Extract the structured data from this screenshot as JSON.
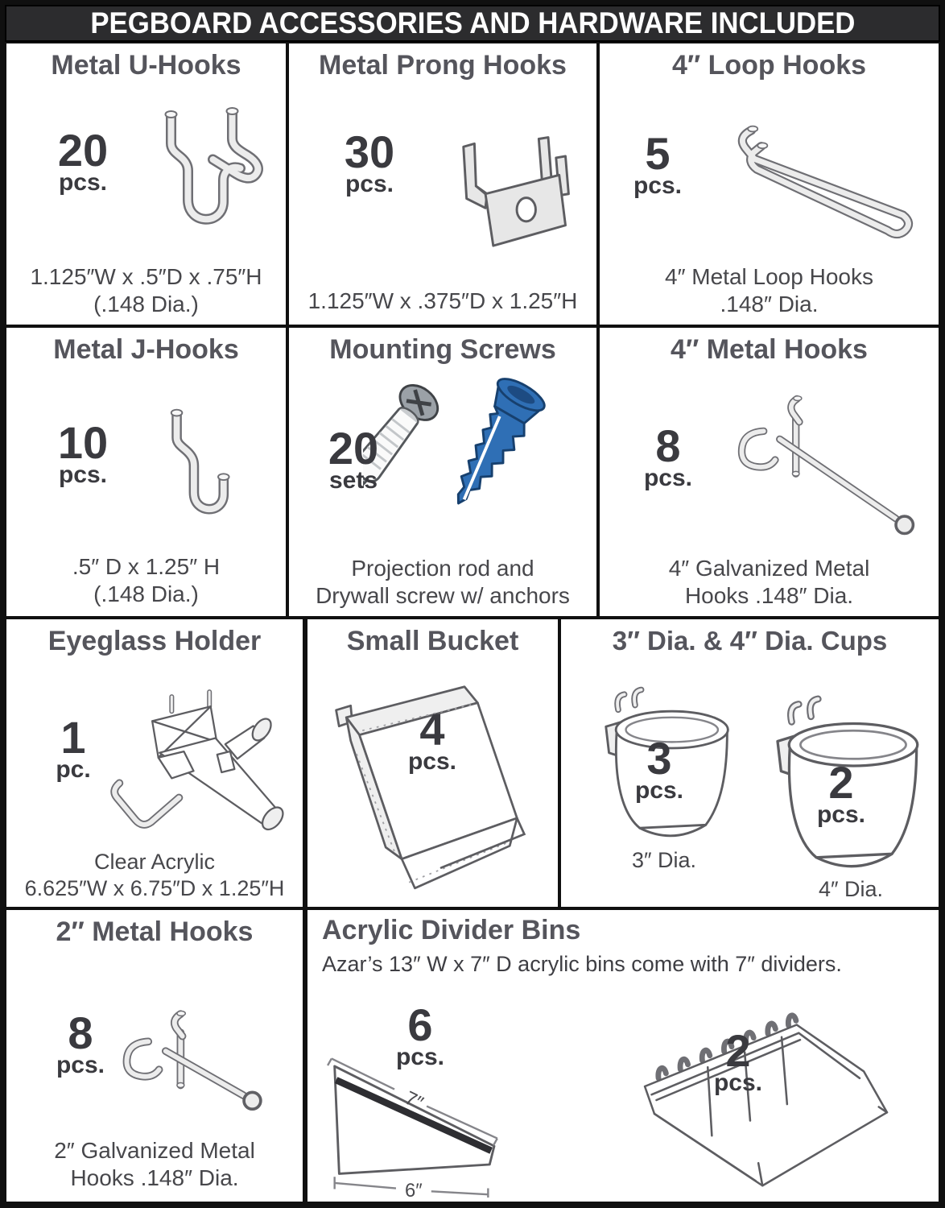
{
  "header": {
    "title": "PEGBOARD ACCESSORIES AND HARDWARE INCLUDED"
  },
  "colors": {
    "header_bg": "#2c2c2e",
    "heading_text": "#55555c",
    "anchor_blue": "#2f6fb5"
  },
  "cells": [
    {
      "id": "metal-u-hooks",
      "title": "Metal U-Hooks",
      "qty": "20",
      "unit": "pcs.",
      "desc_lines": [
        "1.125″W x .5″D x .75″H",
        "(.148 Dia.)"
      ]
    },
    {
      "id": "metal-prong-hooks",
      "title": "Metal Prong Hooks",
      "qty": "30",
      "unit": "pcs.",
      "desc_lines": [
        "1.125″W x .375″D x 1.25″H"
      ]
    },
    {
      "id": "loop-hooks-4in",
      "title": "4″ Loop Hooks",
      "qty": "5",
      "unit": "pcs.",
      "desc_lines": [
        "4″ Metal Loop Hooks",
        ".148″ Dia."
      ]
    },
    {
      "id": "metal-j-hooks",
      "title": "Metal J-Hooks",
      "qty": "10",
      "unit": "pcs.",
      "desc_lines": [
        ".5″ D x 1.25″ H",
        "(.148 Dia.)"
      ]
    },
    {
      "id": "mounting-screws",
      "title": "Mounting Screws",
      "qty": "20",
      "unit": "sets",
      "desc_lines": [
        "Projection rod and",
        "Drywall screw w/ anchors"
      ]
    },
    {
      "id": "metal-hooks-4in",
      "title": "4″ Metal Hooks",
      "qty": "8",
      "unit": "pcs.",
      "desc_lines": [
        "4″ Galvanized Metal",
        "Hooks .148″ Dia."
      ]
    },
    {
      "id": "eyeglass-holder",
      "title": "Eyeglass Holder",
      "qty": "1",
      "unit": "pc.",
      "desc_lines": [
        "Clear Acrylic",
        "6.625″W x 6.75″D x 1.25″H"
      ]
    },
    {
      "id": "small-bucket",
      "title": "Small Bucket",
      "qty": "4",
      "unit": "pcs."
    },
    {
      "id": "cups",
      "title": "3″ Dia. & 4″ Dia. Cups",
      "items": [
        {
          "qty": "3",
          "unit": "pcs.",
          "label": "3″ Dia."
        },
        {
          "qty": "2",
          "unit": "pcs.",
          "label": "4″ Dia."
        }
      ]
    },
    {
      "id": "metal-hooks-2in",
      "title": "2″ Metal Hooks",
      "qty": "8",
      "unit": "pcs.",
      "desc_lines": [
        "2″ Galvanized Metal",
        "Hooks .148″ Dia."
      ]
    },
    {
      "id": "acrylic-divider-bins",
      "title": "Acrylic Divider Bins",
      "subtitle": "Azar’s 13″ W x 7″ D acrylic bins come with 7″ dividers.",
      "items": [
        {
          "qty": "6",
          "unit": "pcs."
        },
        {
          "qty": "2",
          "unit": "pcs."
        }
      ],
      "dims": {
        "top": "7″",
        "bottom": "6″"
      }
    }
  ]
}
